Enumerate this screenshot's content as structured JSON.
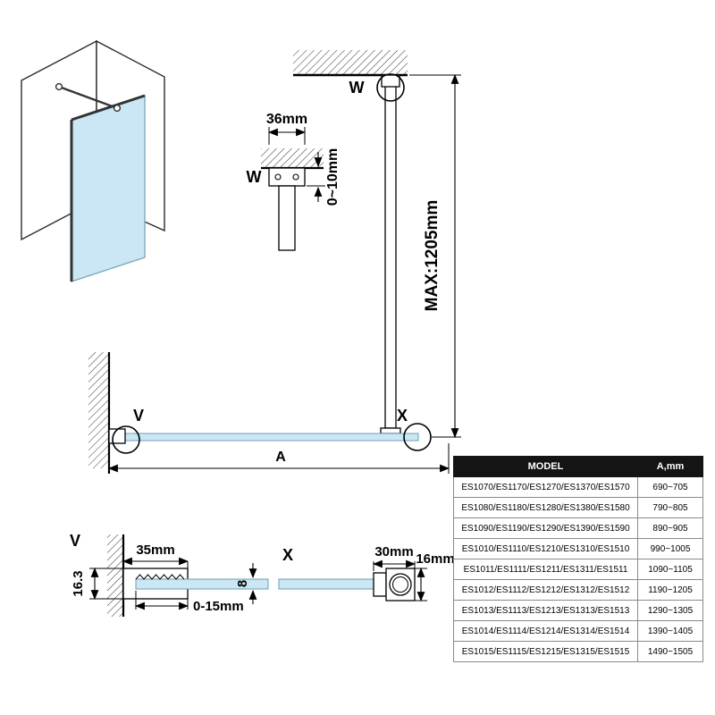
{
  "colors": {
    "glass": "#cbe7f5",
    "line": "#000000",
    "table_header_bg": "#141414",
    "table_header_text": "#ffffff"
  },
  "details": {
    "v": "V",
    "w": "W",
    "x": "X"
  },
  "dimensions": {
    "ceiling_bracket_width": "36mm",
    "ceiling_gap_adjust": "0~10mm",
    "support_bar_max": "MAX:1205mm",
    "panel_width_label": "A",
    "wall_profile_depth": "16.3",
    "wall_profile_width": "35mm",
    "wall_profile_adjust": "0-15mm",
    "glass_thickness": "8",
    "bar_clamp_length": "30mm",
    "bar_clamp_height": "16mm"
  },
  "spec_table": {
    "headers": {
      "model": "MODEL",
      "a_mm": "A,mm"
    },
    "rows": [
      {
        "model": "ES1070/ES1170/ES1270/ES1370/ES1570",
        "a_mm": "690~705"
      },
      {
        "model": "ES1080/ES1180/ES1280/ES1380/ES1580",
        "a_mm": "790~805"
      },
      {
        "model": "ES1090/ES1190/ES1290/ES1390/ES1590",
        "a_mm": "890~905"
      },
      {
        "model": "ES1010/ES1110/ES1210/ES1310/ES1510",
        "a_mm": "990~1005"
      },
      {
        "model": "ES1011/ES1111/ES1211/ES1311/ES1511",
        "a_mm": "1090~1105"
      },
      {
        "model": "ES1012/ES1112/ES1212/ES1312/ES1512",
        "a_mm": "1190~1205"
      },
      {
        "model": "ES1013/ES1113/ES1213/ES1313/ES1513",
        "a_mm": "1290~1305"
      },
      {
        "model": "ES1014/ES1114/ES1214/ES1314/ES1514",
        "a_mm": "1390~1405"
      },
      {
        "model": "ES1015/ES1115/ES1215/ES1315/ES1515",
        "a_mm": "1490~1505"
      }
    ]
  }
}
